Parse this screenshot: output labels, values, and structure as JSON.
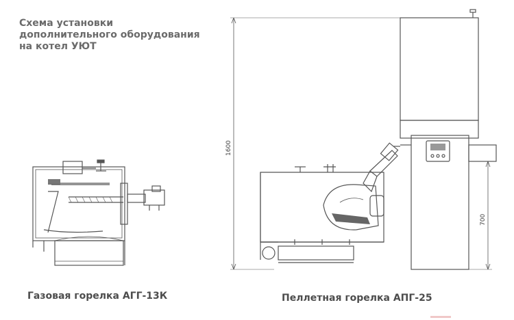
{
  "title_lines": [
    "Схема установки",
    "дополнительного оборудования",
    "на котел УЮТ"
  ],
  "captions": {
    "gas": "Газовая горелка АГГ-13К",
    "pellet": "Пеллетная горелка АПГ-25"
  },
  "dimensions": {
    "height_total": "1600",
    "height_lower": "700"
  },
  "colors": {
    "line": "#555555",
    "title": "#6a6a6a",
    "caption": "#4d4d4d"
  }
}
